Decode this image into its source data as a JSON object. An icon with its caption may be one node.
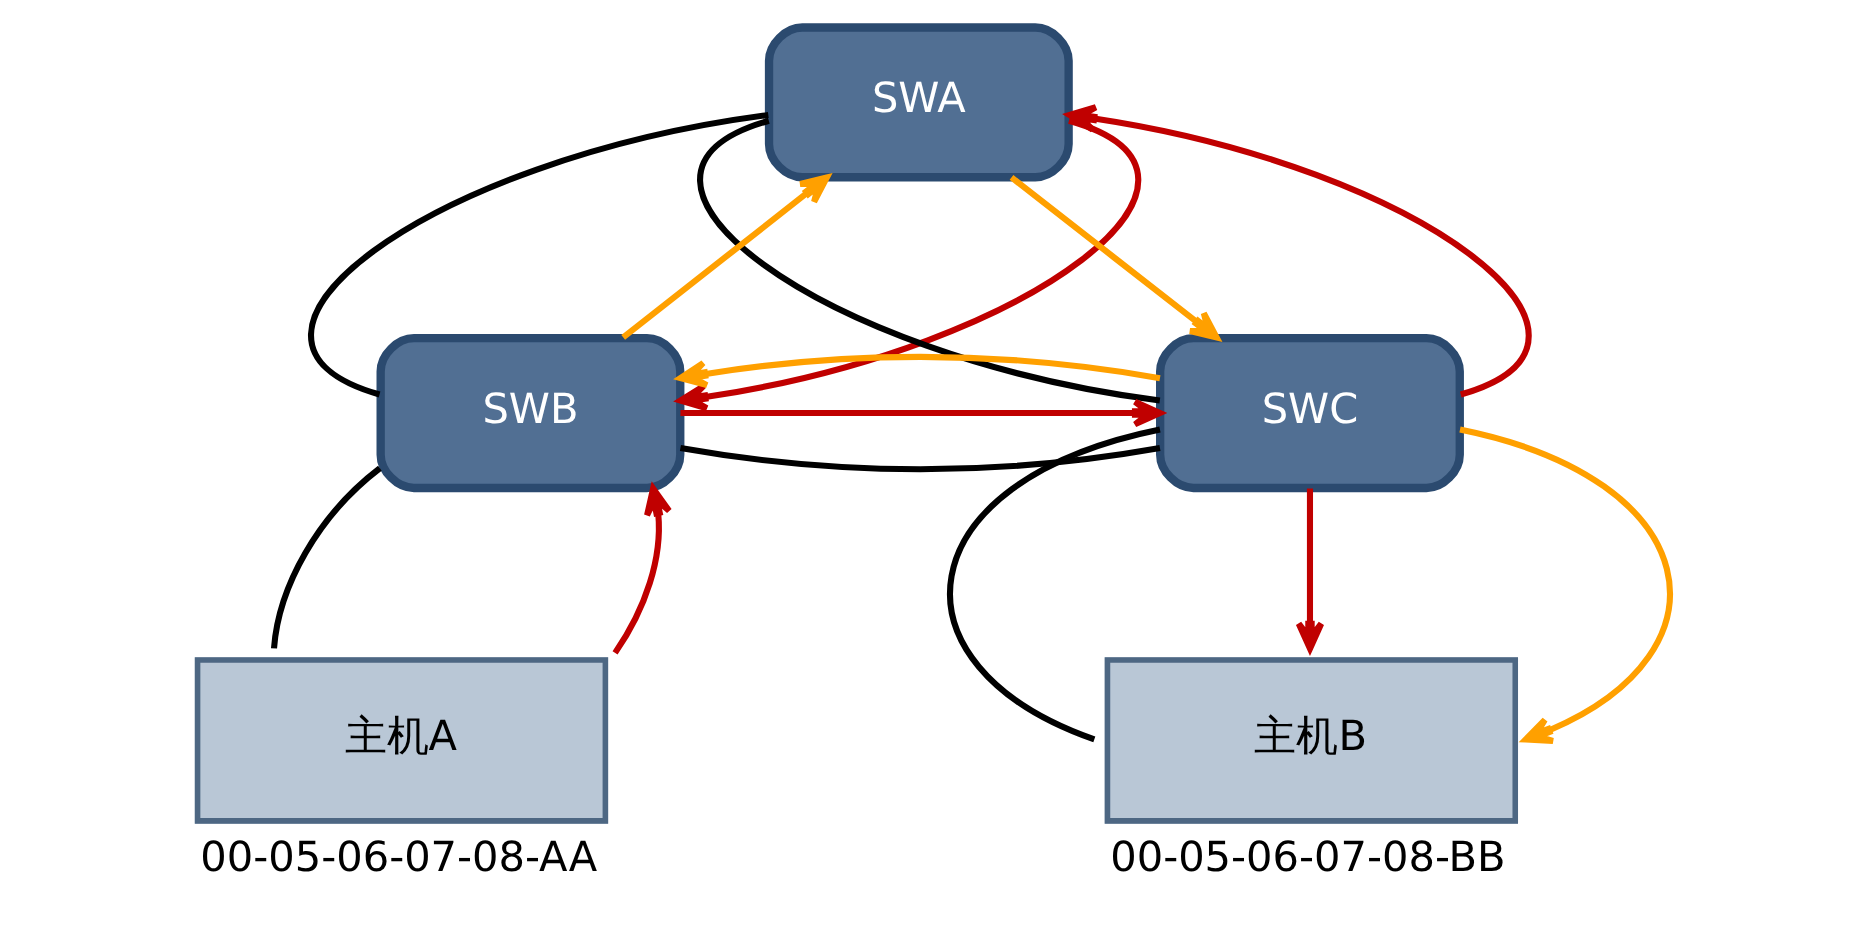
{
  "diagram": {
    "nodes": [
      {
        "text": [
          "SWA"
        ]
      },
      {
        "text": [
          "SWB"
        ]
      },
      {
        "text": [
          "SWC"
        ]
      },
      {
        "text": [
          "主机A"
        ],
        "beside": [
          "00-05-06-07-08-AA"
        ]
      },
      {
        "text": [
          "主机B"
        ],
        "beside": [
          "00-05-06-07-08-BB"
        ]
      }
    ],
    "edges": [
      {
        "from": 0,
        "to": 1,
        "arrow": "none"
      },
      {
        "from": 0,
        "to": 2,
        "arrow": "none"
      },
      {
        "from": 1,
        "to": 2,
        "arrow": "none"
      },
      {
        "from": 1,
        "to": 3,
        "arrow": "none"
      },
      {
        "from": 2,
        "to": 4,
        "arrow": "none"
      },
      {
        "from": 1,
        "to": 0,
        "arrow": "to",
        "color": "#ffa000"
      },
      {
        "from": 0,
        "to": 1,
        "arrow": "to",
        "color": "#c00000"
      },
      {
        "from": 0,
        "to": 2,
        "arrow": "to",
        "color": "#ffa000"
      },
      {
        "from": 2,
        "to": 0,
        "arrow": "to",
        "color": "#c00000"
      },
      {
        "from": 1,
        "to": 2,
        "arrow": "to",
        "color": "#c00000"
      },
      {
        "from": 2,
        "to": 1,
        "arrow": "to",
        "color": "#ffa000"
      },
      {
        "from": 3,
        "to": 1,
        "arrow": "to",
        "color": "#c00000"
      },
      {
        "from": 2,
        "to": 4,
        "arrow": "to",
        "color": "#c00000"
      },
      {
        "from": 2,
        "to": 4,
        "arrow": "to",
        "color": "#ffa000"
      }
    ]
  }
}
